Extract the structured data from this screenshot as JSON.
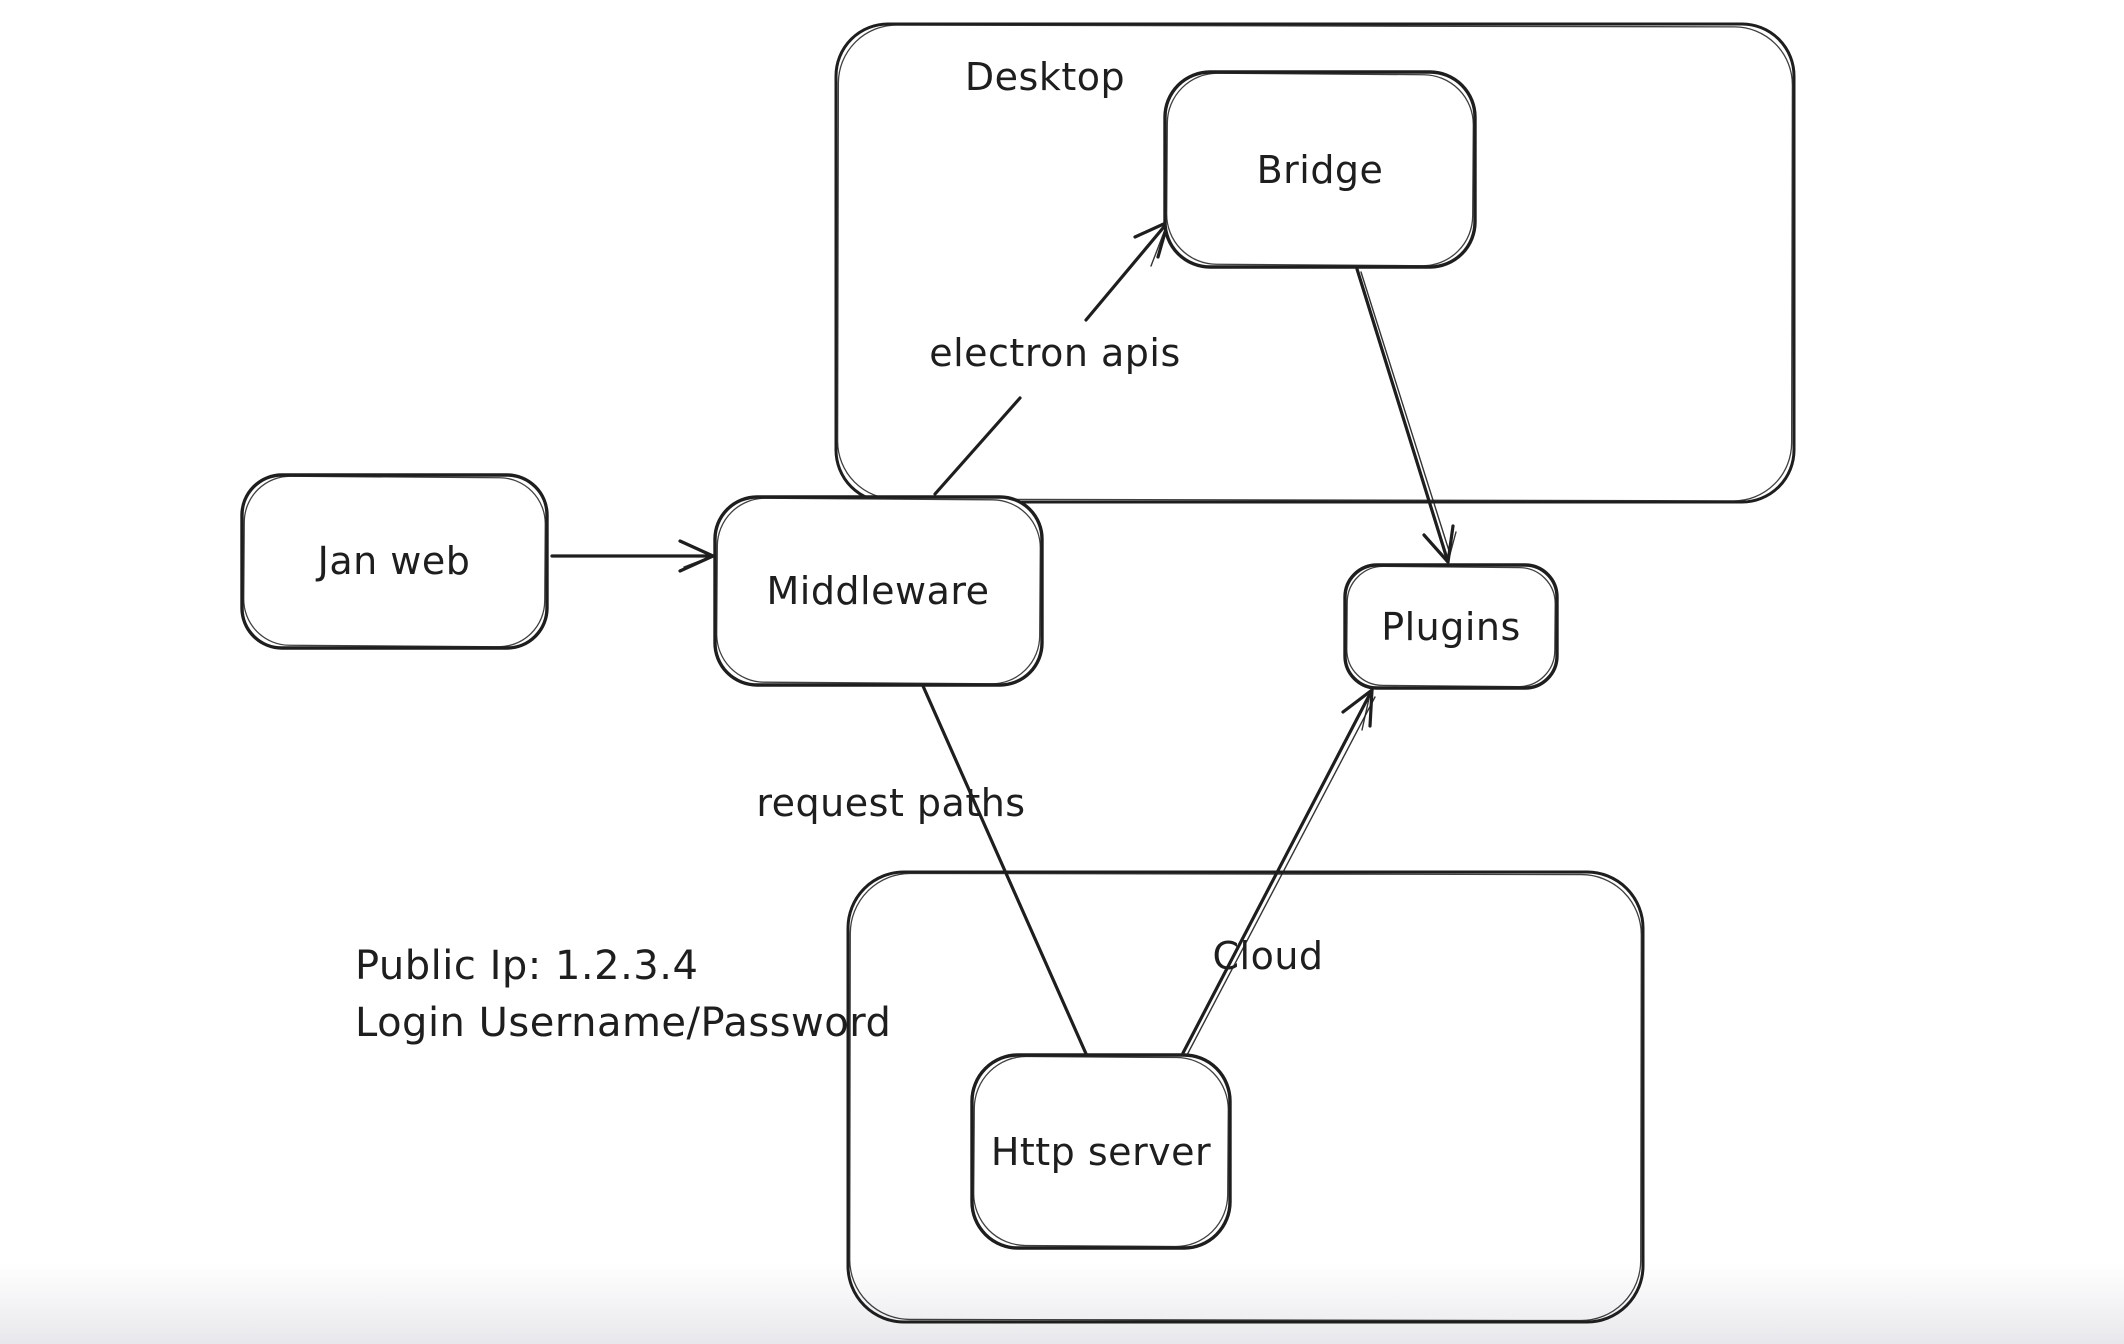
{
  "canvas": {
    "background": "#ffffff",
    "ink": "#1e1e1e",
    "footer_fade": "#e8e8ec"
  },
  "containers": {
    "desktop": {
      "label": "Desktop"
    },
    "cloud": {
      "label": "Cloud"
    }
  },
  "nodes": {
    "jan_web": {
      "label": "Jan web"
    },
    "middleware": {
      "label": "Middleware"
    },
    "bridge": {
      "label": "Bridge"
    },
    "plugins": {
      "label": "Plugins"
    },
    "http_server": {
      "label": "Http server"
    }
  },
  "edges": [
    {
      "from": "Jan web",
      "to": "Middleware",
      "arrowhead": "end",
      "label": ""
    },
    {
      "from": "Middleware",
      "to": "Bridge",
      "arrowhead": "end",
      "label": "electron apis"
    },
    {
      "from": "Bridge",
      "to": "Plugins",
      "arrowhead": "end",
      "label": ""
    },
    {
      "from": "Middleware",
      "to": "Http server",
      "arrowhead": "none",
      "label": "request paths"
    },
    {
      "from": "Http server",
      "to": "Plugins",
      "arrowhead": "end",
      "label": ""
    }
  ],
  "annotations": {
    "public_ip": "Public Ip: 1.2.3.4",
    "login": "Login Username/Password"
  }
}
